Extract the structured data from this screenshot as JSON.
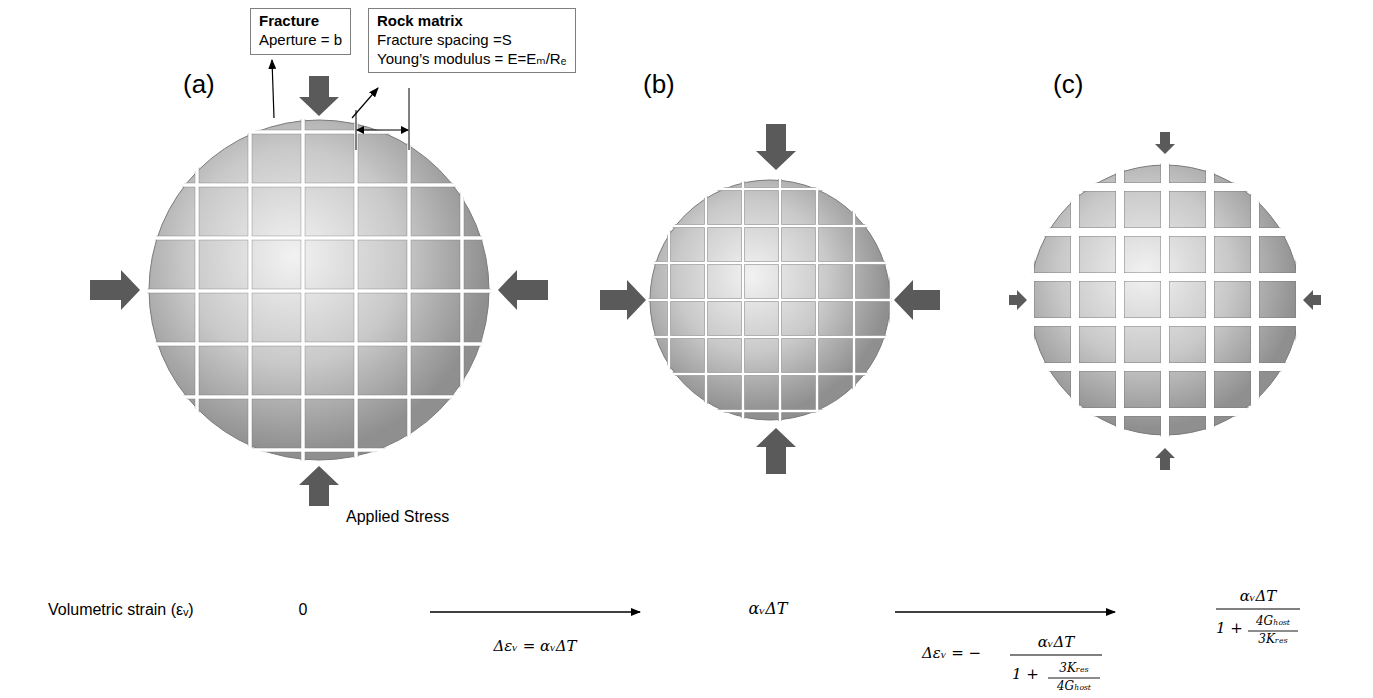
{
  "diagram": {
    "nodes": [
      {
        "text": [
          "Fracture",
          "Aperture = b"
        ]
      },
      {
        "text": [
          "Rock matrix",
          "Fracture spacing =S",
          "Young’s modulus = E=Eₘ/Rₑ"
        ]
      }
    ],
    "labels": [
      "(a)",
      "(b)",
      "(c)",
      "Applied Stress",
      "Volumetric strain (εᵥ)",
      "0",
      "Δεᵥ = αᵥΔT",
      "αᵥΔT",
      "Δεᵥ = −",
      "αᵥΔT",
      "1 +",
      "3Kᵣₑₛ",
      "4Gₕₒₛₜ",
      "αᵥΔT",
      "1 +",
      "4Gₕₒₛₜ",
      "3Kᵣₑₛ"
    ]
  }
}
